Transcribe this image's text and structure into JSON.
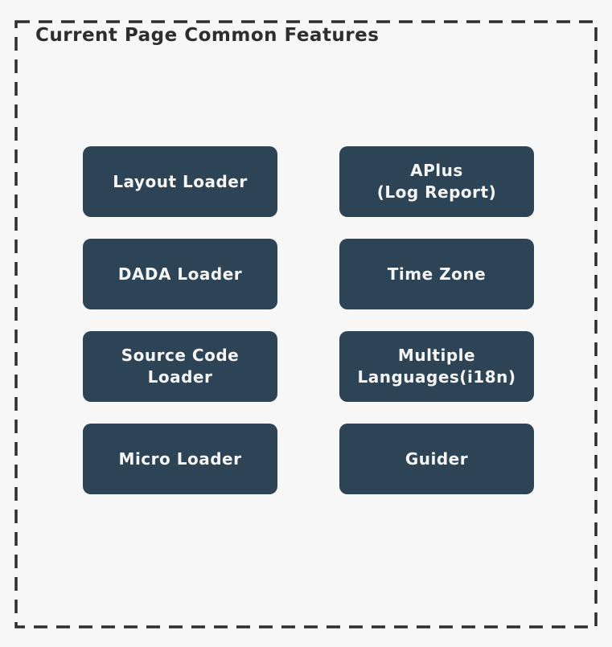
{
  "diagram": {
    "title": "Current Page Common Features",
    "colors": {
      "background": "#f7f7f8",
      "border": "#2e2e2e",
      "node_fill": "#2d4356",
      "node_text": "#f5f5f5",
      "title_text": "#2e2e2e"
    },
    "nodes": [
      {
        "label": "Layout Loader"
      },
      {
        "label": "APlus\n(Log Report)"
      },
      {
        "label": "DADA Loader"
      },
      {
        "label": "Time Zone"
      },
      {
        "label": "Source Code\nLoader"
      },
      {
        "label": "Multiple\nLanguages(i18n)"
      },
      {
        "label": "Micro Loader"
      },
      {
        "label": "Guider"
      }
    ]
  }
}
